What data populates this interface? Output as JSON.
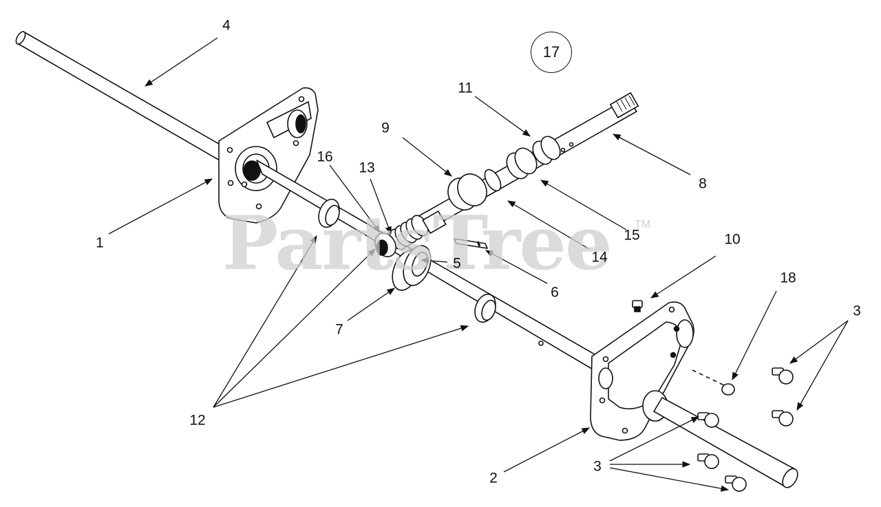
{
  "watermark": {
    "text": "PartsTree",
    "trademark": "TM"
  },
  "group_badge": "17",
  "callouts": {
    "c1": "1",
    "c2": "2",
    "c3a": "3",
    "c3b": "3",
    "c4": "4",
    "c5": "5",
    "c6": "6",
    "c7": "7",
    "c8": "8",
    "c9": "9",
    "c10": "10",
    "c11": "11",
    "c12": "12",
    "c13": "13",
    "c14": "14",
    "c15": "15",
    "c16": "16",
    "c18": "18"
  },
  "colors": {
    "line": "#111111",
    "part_fill": "#ffffff",
    "watermark": "#cfcfcf"
  }
}
